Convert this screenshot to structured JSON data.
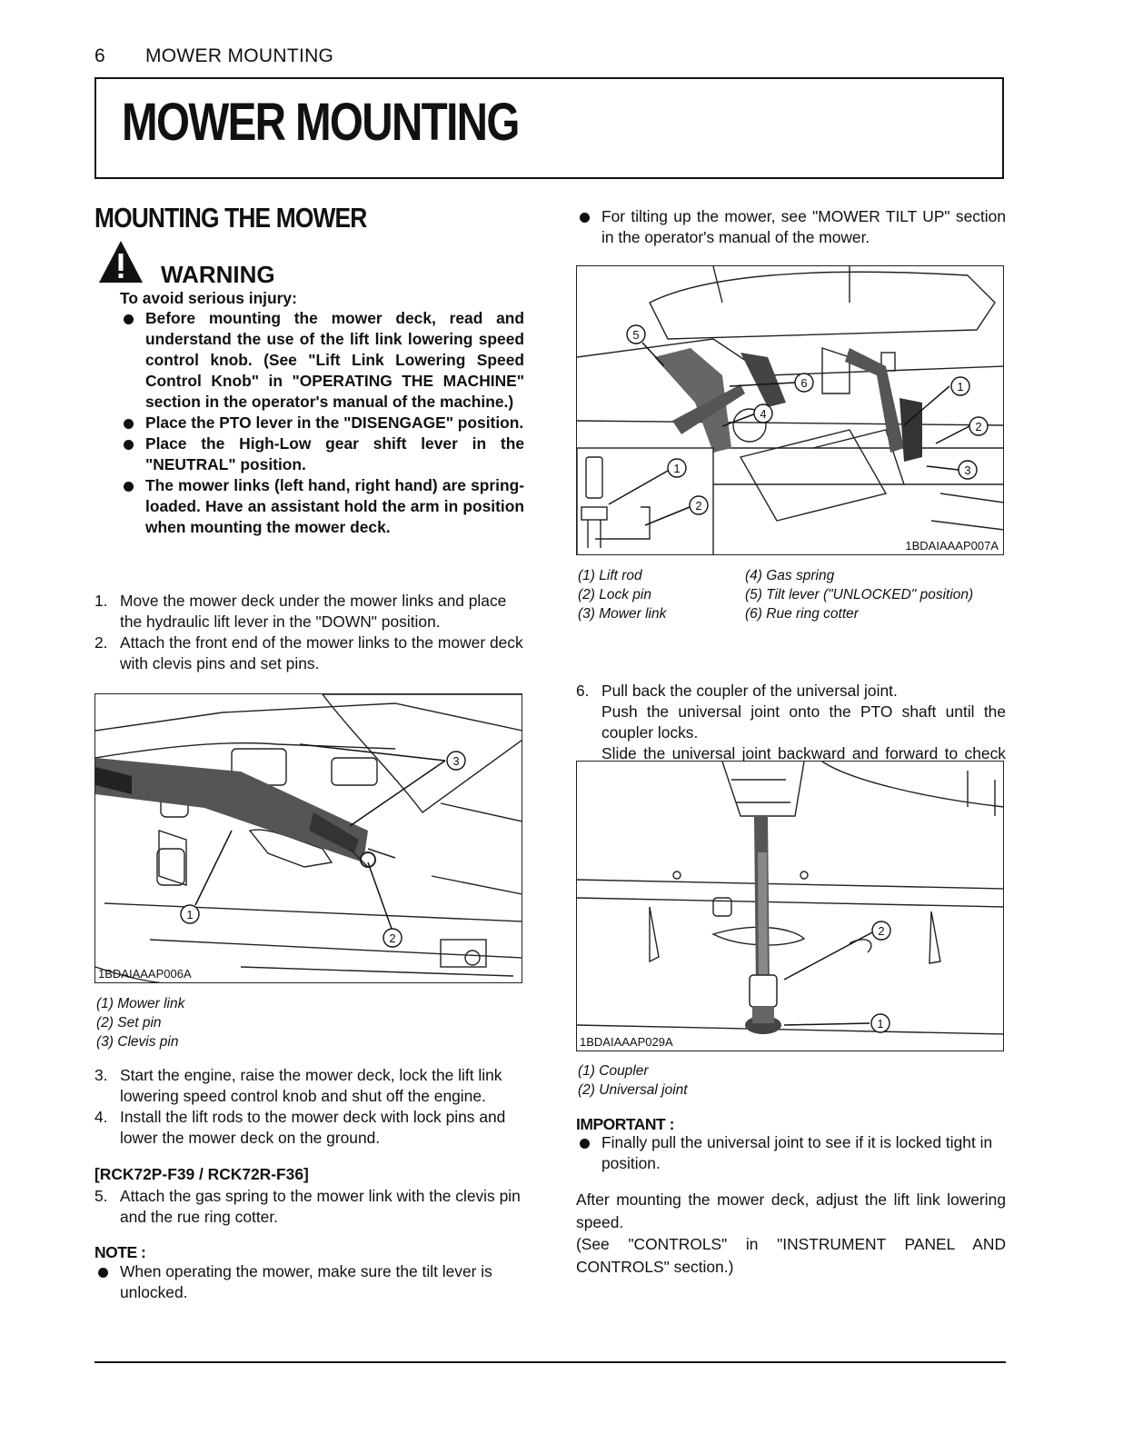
{
  "header": {
    "page_number": "6",
    "section": "MOWER MOUNTING"
  },
  "title": "MOWER MOUNTING",
  "section_heading": "MOUNTING THE MOWER",
  "warning": {
    "label": "WARNING",
    "intro": "To avoid serious injury:",
    "items": [
      "Before mounting the mower deck, read and understand the use of the lift link lowering speed control knob. (See \"Lift Link Lowering Speed Control Knob\" in \"OPERATING THE MACHINE\" section in the operator's manual of the machine.)",
      "Place the PTO lever in the \"DISENGAGE\" position.",
      "Place the High-Low gear shift lever in the \"NEUTRAL\" position.",
      "The mower links (left hand, right hand) are spring-loaded. Have an assistant hold the arm in position when mounting the mower deck."
    ]
  },
  "steps_a": [
    {
      "n": "1.",
      "text": "Move the mower deck under the mower links and place the hydraulic lift lever in the \"DOWN\" position."
    },
    {
      "n": "2.",
      "text": "Attach the front end of the mower links to the mower deck with clevis pins and set pins."
    }
  ],
  "figure1": {
    "code": "1BDAIAAAP006A",
    "captions": [
      "(1) Mower link",
      "(2) Set pin",
      "(3) Clevis pin"
    ]
  },
  "steps_b": [
    {
      "n": "3.",
      "text": "Start the engine, raise the mower deck, lock the lift link lowering speed control knob and shut off the engine."
    },
    {
      "n": "4.",
      "text": "Install the lift rods to the mower deck with lock pins and lower the mower deck on the ground."
    }
  ],
  "model_heading": "[RCK72P-F39 / RCK72R-F36]",
  "step5": {
    "n": "5.",
    "text": "Attach the gas spring to the mower link with the clevis pin and the rue ring cotter."
  },
  "note": {
    "label": "NOTE :",
    "item": "When operating the mower, make sure the tilt lever is unlocked."
  },
  "right_bullet": "For tilting up the mower, see \"MOWER TILT UP\" section in the operator's manual of the mower.",
  "figure2": {
    "code": "1BDAIAAAP007A",
    "captions_left": [
      "(1) Lift rod",
      "(2) Lock pin",
      "(3) Mower link"
    ],
    "captions_right": [
      "(4) Gas spring",
      "(5) Tilt lever (\"UNLOCKED\" position)",
      "(6) Rue ring cotter"
    ]
  },
  "step6": {
    "n": "6.",
    "lines": [
      "Pull back the coupler of the universal joint.",
      "Push the universal joint onto the PTO shaft until the coupler locks.",
      "Slide the universal joint backward and forward to check that the universal joint is locked securely."
    ]
  },
  "figure3": {
    "code": "1BDAIAAAP029A",
    "captions": [
      "(1) Coupler",
      "(2) Universal joint"
    ]
  },
  "important": {
    "label": "IMPORTANT :",
    "item": "Finally pull the universal joint to see if it is locked tight in position."
  },
  "closing": {
    "p1": "After mounting the mower deck, adjust the lift link lowering speed.",
    "p2": "(See \"CONTROLS\" in \"INSTRUMENT PANEL AND CONTROLS\" section.)"
  },
  "callouts": {
    "one": "1",
    "two": "2",
    "three": "3",
    "four": "4",
    "five": "5",
    "six": "6"
  }
}
